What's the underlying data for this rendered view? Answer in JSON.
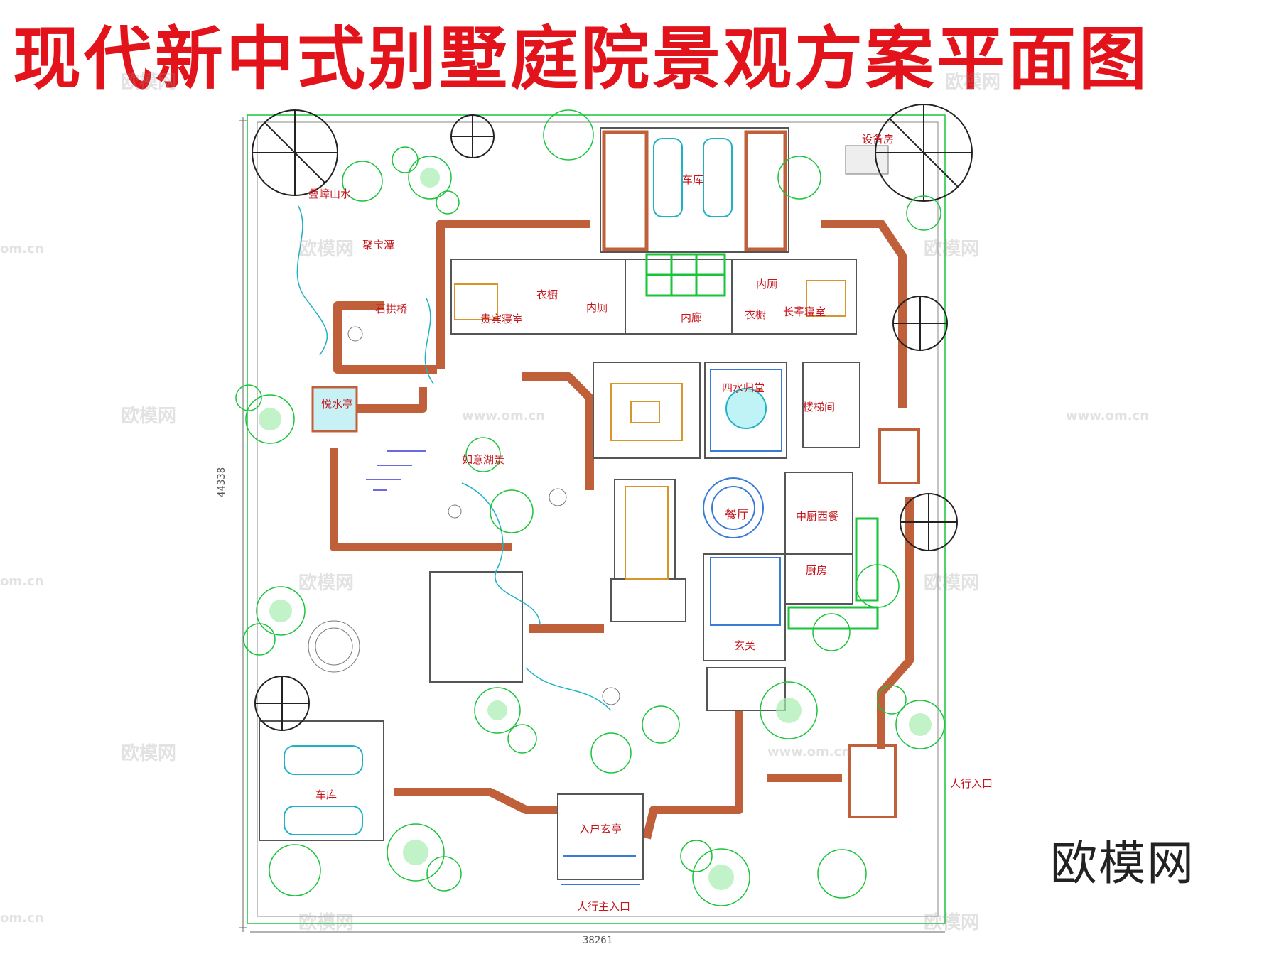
{
  "title": "现代新中式别墅庭院景观方案平面图",
  "brand": "欧模网",
  "dimensions": {
    "height": "44338",
    "width": "38261"
  },
  "labels": {
    "diezhang": "叠嶂山水",
    "jubaotan": "聚宝潭",
    "shigongqiao": "石拱桥",
    "yueshuiting": "悦水亭",
    "ruyihu": "如意湖景",
    "garage_top": "车库",
    "equipment": "设备房",
    "guest_bedroom": "贵宾寝室",
    "wardrobe_l": "衣橱",
    "toilet_l": "内厕",
    "corridor": "内廊",
    "toilet_r": "内厕",
    "wardrobe_r": "衣橱",
    "elder_bedroom": "长辈寝室",
    "sishui": "四水归堂",
    "stairs": "楼梯间",
    "dining": "餐厅",
    "kitchen_mix": "中厨西餐",
    "kitchen": "厨房",
    "foyer": "玄关",
    "garage_bottom": "车库",
    "entry_pavilion": "入户玄亭",
    "main_entrance": "人行主入口",
    "side_entrance": "人行入口"
  },
  "watermarks": [
    "欧模网",
    "www.om.cn",
    "om.cn"
  ],
  "colors": {
    "title": "#e3131b",
    "label": "#c4161c",
    "plant": "#19c43a",
    "wall": "#c0603a",
    "water": "#20b2c4",
    "furniture": "#3a7bd5",
    "line": "#444444"
  }
}
